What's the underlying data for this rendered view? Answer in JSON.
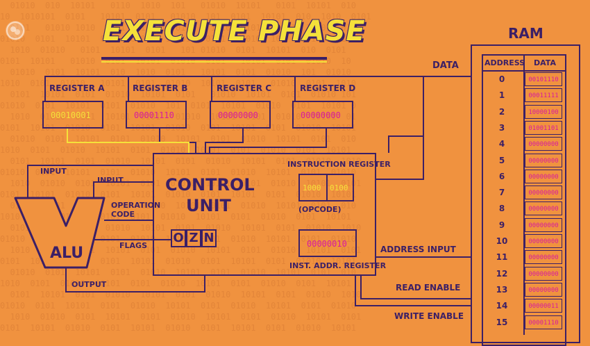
{
  "title": "EXECUTE PHASE",
  "logo_icon": "pbs-logo-icon",
  "colors": {
    "background": "#f0923f",
    "ink": "#3b1f66",
    "highlight": "#f5e13a",
    "value_magenta": "#d71a9f",
    "value_yellow": "#f5e13a"
  },
  "registers": [
    {
      "label": "REGISTER A",
      "value": "00010001",
      "active": true
    },
    {
      "label": "REGISTER B",
      "value": "00001110",
      "active": false
    },
    {
      "label": "REGISTER C",
      "value": "00000000",
      "active": false
    },
    {
      "label": "REGISTER D",
      "value": "00000000",
      "active": false
    }
  ],
  "control_unit": {
    "label_line1": "CONTROL",
    "label_line2": "UNIT",
    "instruction_register_label": "INSTRUCTION REGISTER",
    "opcode_value": "1000",
    "operand_value": "0100",
    "opcode_label": "(OPCODE)",
    "inst_addr_value": "00000010",
    "inst_addr_label": "INST. ADDR. REGISTER",
    "flags": [
      "O",
      "Z",
      "N"
    ]
  },
  "alu": {
    "label": "ALU",
    "input_a": "INPUT",
    "input_b": "INPUT",
    "operation_code": "OPERATION\nCODE",
    "flags": "FLAGS",
    "output": "OUTPUT"
  },
  "bus_labels": {
    "data": "DATA",
    "address_input": "ADDRESS INPUT",
    "read_enable": "READ ENABLE",
    "write_enable": "WRITE ENABLE"
  },
  "ram": {
    "title": "RAM",
    "col_address": "ADDRESS",
    "col_data": "DATA",
    "rows": [
      {
        "address": "0",
        "data": "00101110"
      },
      {
        "address": "1",
        "data": "00011111"
      },
      {
        "address": "2",
        "data": "10000100"
      },
      {
        "address": "3",
        "data": "01001101"
      },
      {
        "address": "4",
        "data": "00000000"
      },
      {
        "address": "5",
        "data": "00000000"
      },
      {
        "address": "6",
        "data": "00000000"
      },
      {
        "address": "7",
        "data": "00000000"
      },
      {
        "address": "8",
        "data": "00000000"
      },
      {
        "address": "9",
        "data": "00000000"
      },
      {
        "address": "10",
        "data": "00000000"
      },
      {
        "address": "11",
        "data": "00000000"
      },
      {
        "address": "12",
        "data": "00000000"
      },
      {
        "address": "13",
        "data": "00000000"
      },
      {
        "address": "14",
        "data": "00000011"
      },
      {
        "address": "15",
        "data": "00001110"
      }
    ]
  }
}
